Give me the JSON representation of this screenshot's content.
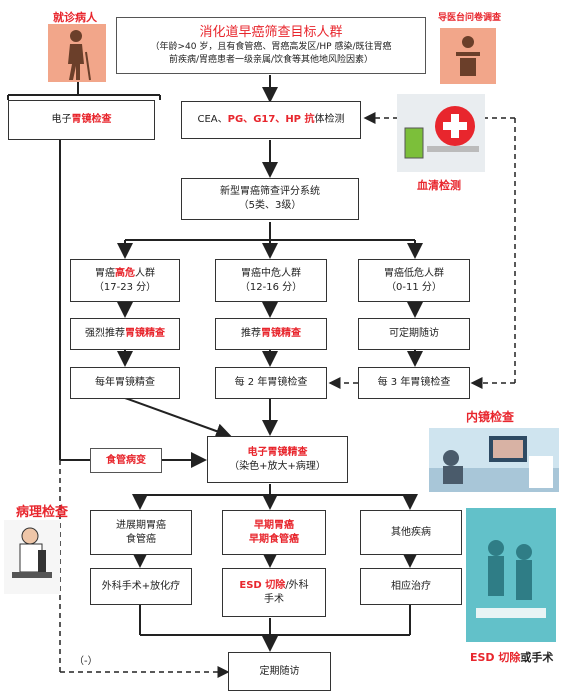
{
  "title_box": {
    "title": "消化道早癌筛查目标人群",
    "line1": "（年龄>40 岁，且有食管癌、胃癌高发区/HP 感染/既往胃癌",
    "line2": "前疾病/胃癌患者一级亲属/饮食等其他地风险因素）"
  },
  "corner_labels": {
    "patient": "就诊病人",
    "questionnaire": "导医台问卷调查",
    "serum": "血清检测",
    "endoscope": "内镜检查",
    "pathology": "病理检查",
    "esd_or_surgery_a": "ESD 切除",
    "esd_or_surgery_b": "或手术"
  },
  "gastroscopy_left": {
    "prefix": "电子",
    "red": "胃镜检查"
  },
  "cea": {
    "a": "CEA、",
    "b": "PG、",
    "c": "G17、",
    "d": "HP 抗",
    "e": "体检测"
  },
  "scoring": {
    "line1": "新型胃癌筛查评分系统",
    "line2": "（5类、3级）"
  },
  "risk": [
    {
      "pre": "胃癌",
      "red": "高危",
      "post": "人群",
      "range": "（17-23 分）"
    },
    {
      "pre": "胃癌中危人群",
      "red": "",
      "post": "",
      "range": "（12-16 分）"
    },
    {
      "pre": "胃癌低危人群",
      "red": "",
      "post": "",
      "range": "（0-11 分）"
    }
  ],
  "recommend": [
    {
      "pre": "强烈推荐",
      "red": "胃镜精查"
    },
    {
      "pre": "推荐",
      "red": "胃镜精查"
    },
    {
      "pre": "可定期随访",
      "red": ""
    }
  ],
  "frequency": [
    "每年胃镜精查",
    "每 2 年胃镜检查",
    "每 3 年胃镜检查"
  ],
  "esophagus_lesion": "食管病变",
  "electronic_gastro": {
    "title": "电子胃镜精查",
    "sub": "（染色+放大+病理）"
  },
  "outcomes": [
    {
      "line1": "进展期胃癌",
      "line2": "食管癌",
      "red": false
    },
    {
      "line1": "早期胃癌",
      "line2": "早期食管癌",
      "red": true
    },
    {
      "line1": "其他疾病",
      "line2": "",
      "red": false
    }
  ],
  "treatment": {
    "left": "外科手术+放化疗",
    "mid_red": "ESD 切除",
    "mid_rest1": "/外科",
    "mid_rest2": "手术",
    "right": "相应治疗"
  },
  "negative": "（-）",
  "followup": "定期随访",
  "colors": {
    "accent": "#e8262d",
    "line": "#222222"
  }
}
